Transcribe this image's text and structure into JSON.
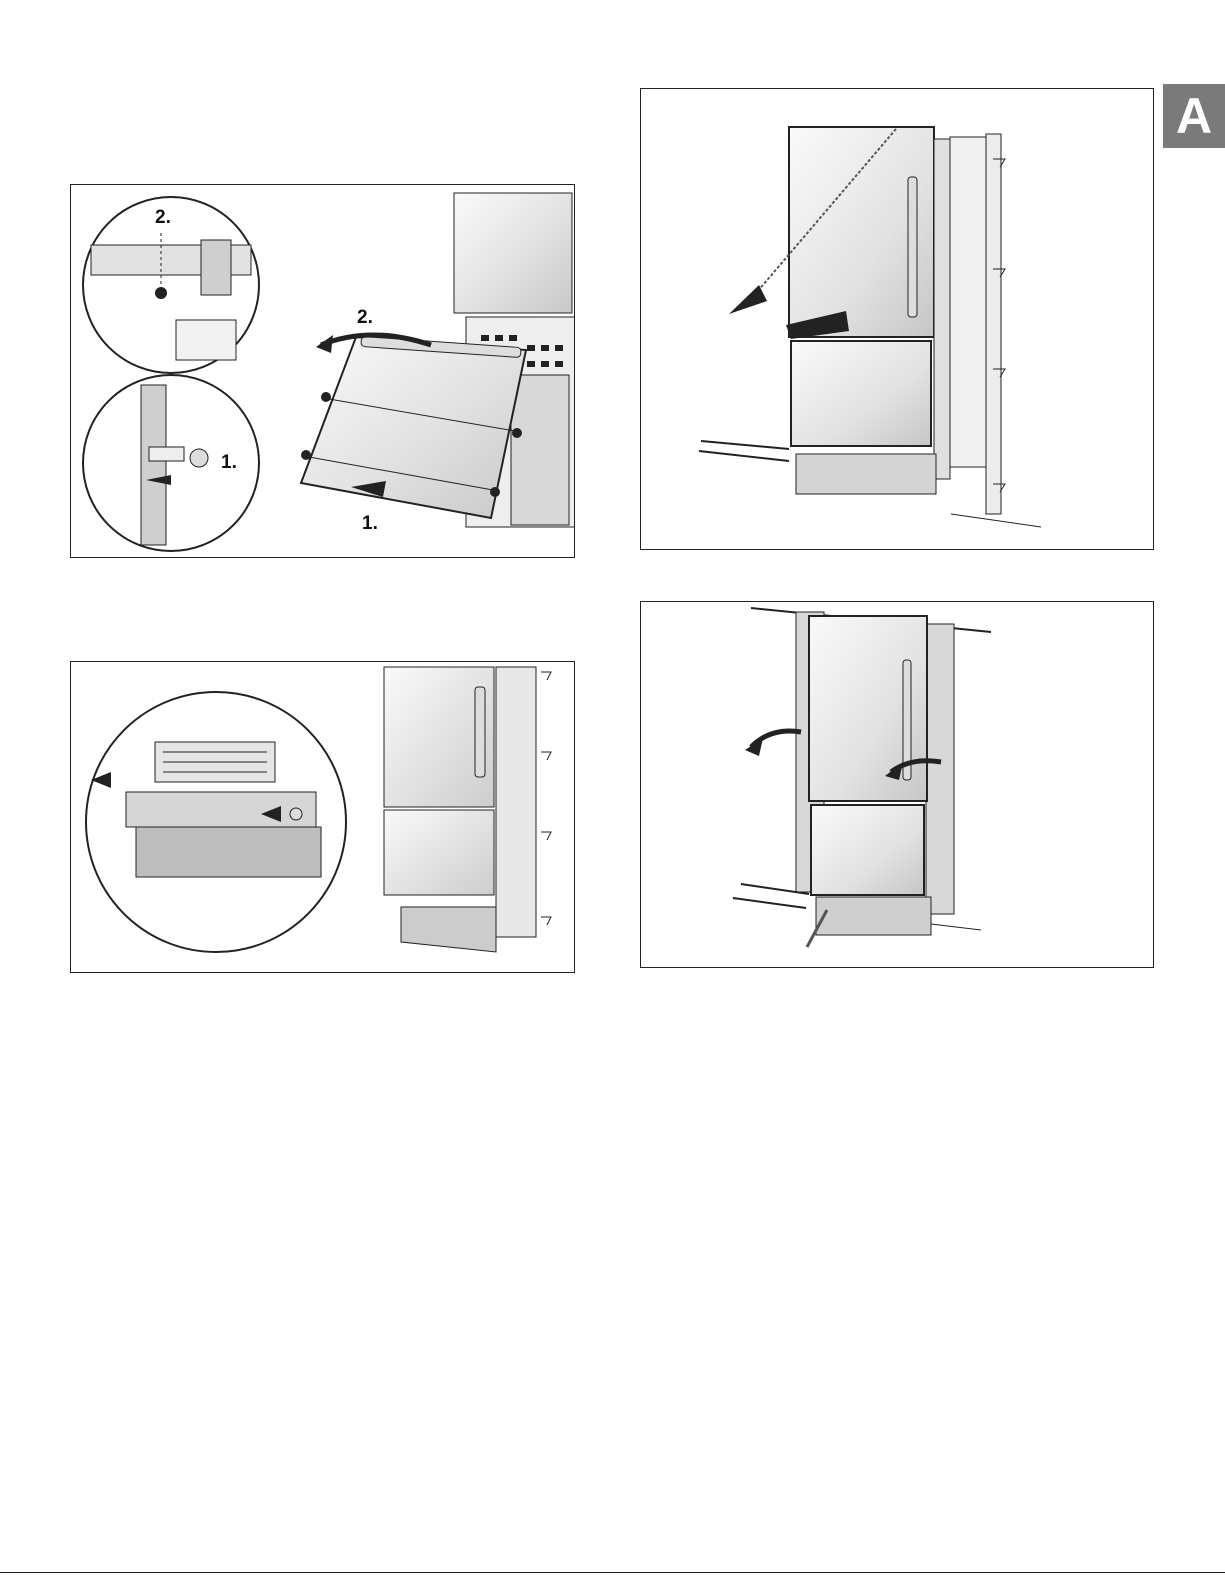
{
  "section_tab": {
    "letter": "A"
  },
  "figure1": {
    "callout_top_step": "2.",
    "callout_bottom_step": "1.",
    "door_rotate_step": "2.",
    "door_slide_step": "1."
  },
  "figure2": {},
  "figure3": {},
  "figure4": {},
  "colors": {
    "tab_bg": "#7a7a7a",
    "line": "#222222",
    "steel_light": "#f3f3f3",
    "steel_dark": "#9a9a9a"
  }
}
